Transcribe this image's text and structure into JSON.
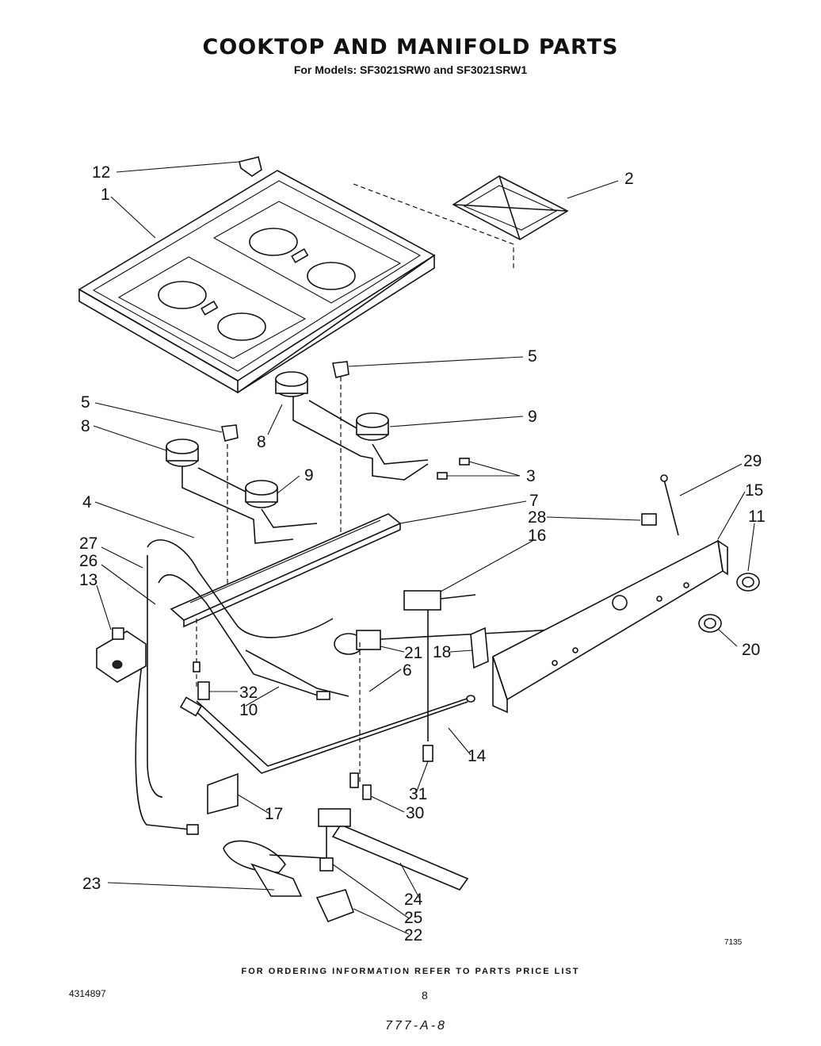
{
  "header": {
    "title": "COOKTOP AND MANIFOLD PARTS",
    "subtitle": "For Models: SF3021SRW0 and SF3021SRW1"
  },
  "callouts": [
    "12",
    "1",
    "2",
    "5",
    "5",
    "8",
    "8",
    "9",
    "9",
    "3",
    "4",
    "7",
    "29",
    "15",
    "28",
    "16",
    "11",
    "27",
    "26",
    "13",
    "21",
    "18",
    "20",
    "6",
    "32",
    "10",
    "14",
    "31",
    "30",
    "17",
    "23",
    "24",
    "25",
    "22"
  ],
  "footer": {
    "drawing_ref": "7135",
    "ordering_note": "FOR ORDERING INFORMATION REFER TO PARTS PRICE LIST",
    "part_number": "4314897",
    "page_number": "8",
    "handwritten_ref": "777-A-8"
  }
}
